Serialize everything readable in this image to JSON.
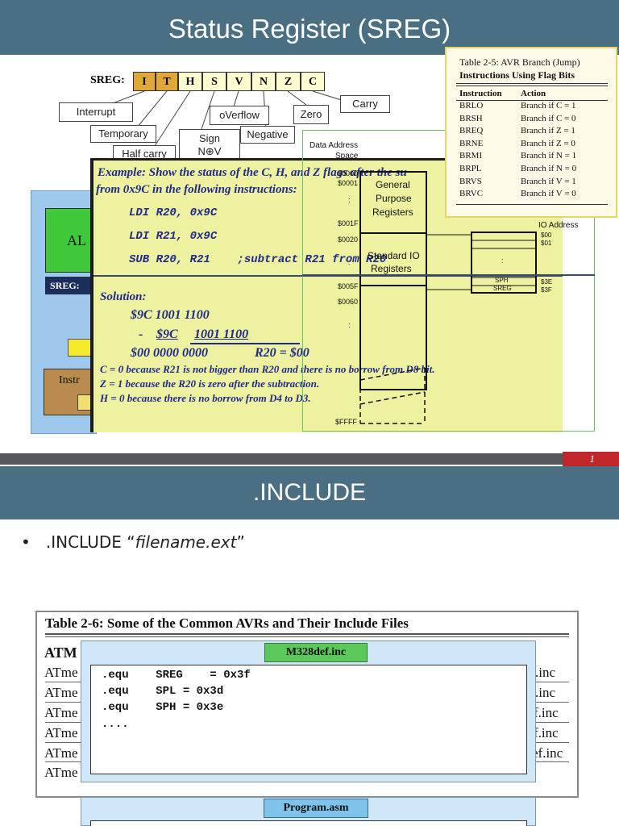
{
  "slide1": {
    "title": "Status Register (SREG)",
    "sreg_label": "SREG:",
    "sreg_bits": [
      "I",
      "T",
      "H",
      "S",
      "V",
      "N",
      "Z",
      "C"
    ],
    "callouts": {
      "interrupt": "Interrupt",
      "temporary": "Temporary",
      "half_carry": "Half carry",
      "sign": "Sign",
      "sign2": "N⊕V",
      "overflow": "oVerflow",
      "negative": "Negative",
      "zero": "Zero",
      "carry": "Carry"
    },
    "block": {
      "alu": "AL",
      "sreg_bar": "SREG:",
      "instr": "Instr"
    },
    "example": {
      "line1": "Example: Show the status of the C, H, and Z flags after the su",
      "line2": "from 0x9C in the following instructions:",
      "code1": "LDI R20, 0x9C",
      "code2": "LDI R21, 0x9C",
      "code3": "SUB R20, R21    ;subtract R21 from R20",
      "solution": "Solution:",
      "sol1": "$9C  1001 1100",
      "sol2_dash": "-",
      "sol2_val": "$9C",
      "sol2_bits": "1001 1100",
      "sol3": "$00  0000 0000",
      "sol3_eq": "R20 = $00",
      "c_line": "C = 0 because R21 is not bigger than R20 and there is no borrow from D8 bit.",
      "z_line": "Z = 1 because the R20 is zero after the subtraction.",
      "h_line": "H = 0 because there is no borrow from D4 to D3."
    },
    "memory_map": {
      "header": "Data Address",
      "header2": "Space",
      "addr_0000": "$0000",
      "addr_0001": "$0001",
      "addr_001F": "$001F",
      "addr_0020": "$0020",
      "addr_005F": "$005F",
      "addr_0060": "$0060",
      "addr_FFFF": "$FFFF",
      "gpr1": "General",
      "gpr2": "Purpose",
      "gpr3": "Registers",
      "sio1": "Standard IO",
      "sio2": "Registers",
      "io_header": "IO Address",
      "io_00": "$00",
      "io_01": "$01",
      "io_3E": "$3E",
      "io_3F": "$3F",
      "sph": "SPH",
      "sreg": "SREG",
      "dots": ":"
    },
    "table25": {
      "title1": "Table 2-5: AVR Branch (Jump)",
      "title2": "Instructions Using Flag Bits",
      "col1": "Instruction",
      "col2": "Action",
      "rows": [
        {
          "ins": "BRLO",
          "act": "Branch if C = 1"
        },
        {
          "ins": "BRSH",
          "act": "Branch if C = 0"
        },
        {
          "ins": "BREQ",
          "act": "Branch if Z = 1"
        },
        {
          "ins": "BRNE",
          "act": "Branch if Z = 0"
        },
        {
          "ins": "BRMI",
          "act": "Branch if N = 1"
        },
        {
          "ins": "BRPL",
          "act": "Branch if N = 0"
        },
        {
          "ins": "BRVS",
          "act": "Branch if V = 1"
        },
        {
          "ins": "BRVC",
          "act": "Branch if V = 0"
        }
      ]
    }
  },
  "page_number": "1",
  "slide2": {
    "title": ".INCLUDE",
    "bullet_prefix": ".INCLUDE “",
    "bullet_italic": "filename.ext",
    "bullet_suffix": "”",
    "table26": {
      "title": "Table 2-6: Some of the Common AVRs and Their Include Files",
      "col": "ATM",
      "rows": [
        "ATme",
        "ATme",
        "ATme",
        "ATme",
        "ATme",
        "ATme"
      ],
      "inc": [
        ".inc",
        ".inc",
        "f.inc",
        "f.inc",
        "ef.inc"
      ]
    },
    "m328": {
      "tag": "M328def.inc",
      "lines": [
        ".equ    SREG    = 0x3f",
        ".equ    SPL = 0x3d",
        ".equ    SPH = 0x3e",
        "...."
      ]
    },
    "program": {
      "tag": "Program.asm"
    }
  }
}
